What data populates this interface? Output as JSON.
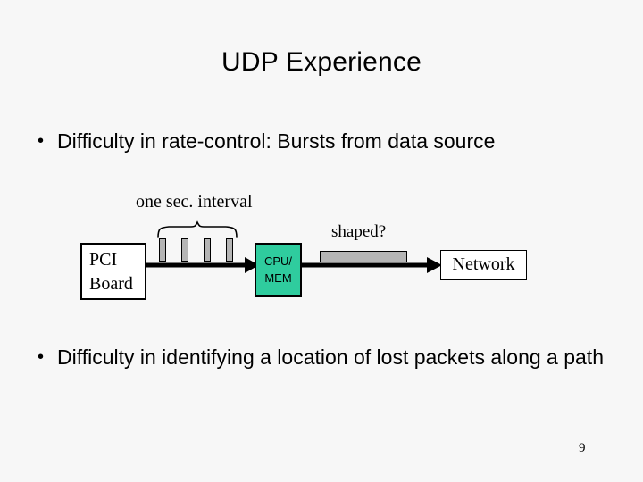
{
  "slide": {
    "title": "UDP Experience",
    "page_number": "9",
    "background_color": "#f7f7f7",
    "text_color": "#000000"
  },
  "bullets": [
    {
      "marker": "•",
      "text": "Difficulty in rate-control: Bursts from data source"
    },
    {
      "marker": "•",
      "text": "Difficulty in identifying a location of lost packets along a path"
    }
  ],
  "diagram": {
    "accent_color": "#2fcc9e",
    "bar_fill_color": "#b5b5b5",
    "boxes": {
      "pci_board": {
        "line1": "PCI",
        "line2": "Board"
      },
      "cpu_mem": {
        "line1": "CPU/",
        "line2": "MEM"
      },
      "network": {
        "label": "Network"
      }
    },
    "labels": {
      "interval": "one sec. interval",
      "shaped": "shaped?"
    },
    "burst_count": 4
  }
}
